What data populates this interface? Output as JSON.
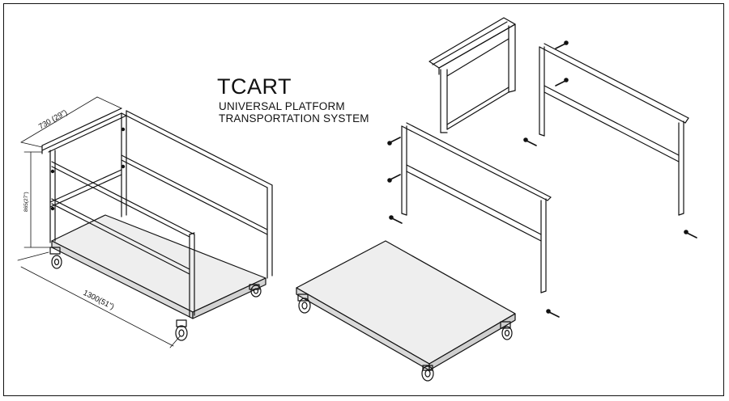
{
  "title": "TCART",
  "subtitle_line1": "UNIVERSAL PLATFORM",
  "subtitle_line2": "TRANSPORTATION SYSTEM",
  "dimensions": {
    "depth": "730 (29\")",
    "height": "865(27\")",
    "length": "1300(51\")"
  },
  "colors": {
    "line": "#111111",
    "deck": "#e6e6e6",
    "background": "#ffffff"
  }
}
